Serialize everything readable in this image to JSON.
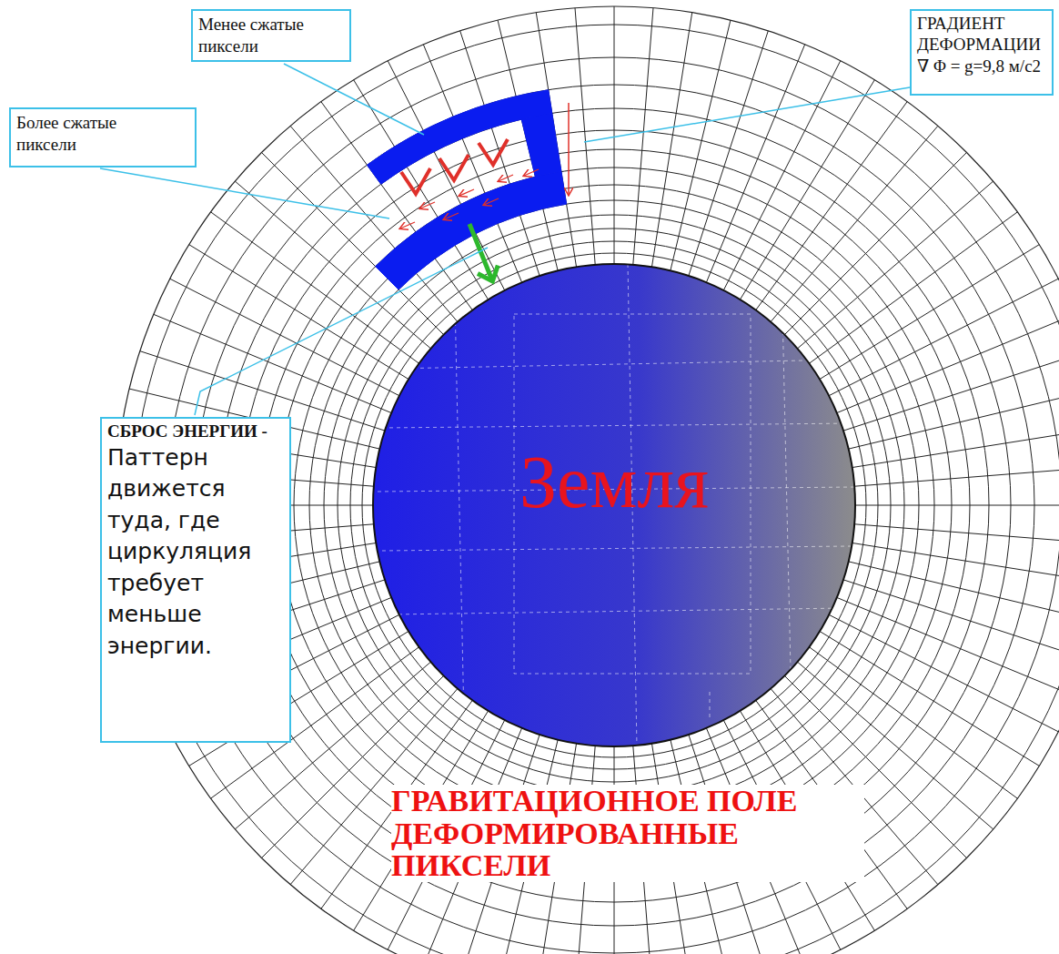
{
  "diagram": {
    "nodes": [
      {
        "text": [
          "Менее сжатые пиксели"
        ]
      },
      {
        "text": [
          "ГРАДИЕНТ ДЕФОРМАЦИИ",
          "∇ Φ = g=9,8 м/с2"
        ]
      },
      {
        "text": [
          "Более сжатые пиксели"
        ]
      },
      {
        "text": [
          "СБРОС ЭНЕРГИИ -",
          "Паттерн движется туда, где циркуляция требует меньше энергии."
        ]
      }
    ],
    "labels": [
      "Земля",
      "ГРАВИТАЦИОННОЕ ПОЛЕ ДЕФОРМИРОВАННЫЕ ПИКСЕЛИ"
    ]
  }
}
